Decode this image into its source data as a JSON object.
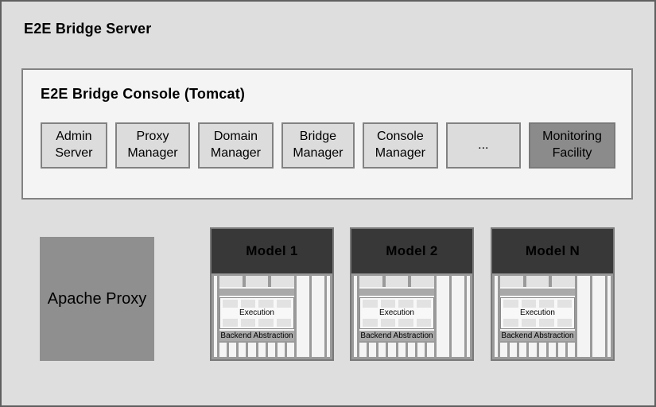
{
  "server": {
    "title": "E2E Bridge Server"
  },
  "console": {
    "title": "E2E Bridge Console (Tomcat)",
    "components": [
      {
        "label": "Admin Server",
        "variant": "light"
      },
      {
        "label": "Proxy Manager",
        "variant": "light"
      },
      {
        "label": "Domain Manager",
        "variant": "light"
      },
      {
        "label": "Bridge Manager",
        "variant": "light"
      },
      {
        "label": "Console Manager",
        "variant": "light"
      },
      {
        "label": "...",
        "variant": "light"
      },
      {
        "label": "Monitoring Facility",
        "variant": "dark"
      }
    ]
  },
  "apache": {
    "label": "Apache Proxy"
  },
  "models": [
    {
      "title": "Model 1",
      "execution_label": "Execution",
      "backend_label": "Backend Abstraction"
    },
    {
      "title": "Model 2",
      "execution_label": "Execution",
      "backend_label": "Backend Abstraction"
    },
    {
      "title": "Model N",
      "execution_label": "Execution",
      "backend_label": "Backend Abstraction"
    }
  ],
  "colors": {
    "diagram-bg": "#dedede",
    "outer-border": "#5f5f5f",
    "console-bg": "#f4f4f4",
    "box-border": "#828282",
    "component-bg": "#dcdcdc",
    "monitoring-bg": "#8b8b8b",
    "apache-bg": "#8f8f8f",
    "model-header-bg": "#383838",
    "model-body-bg": "#9a9a9a",
    "model-cell-bg": "#e2e2e2",
    "model-lane-bg": "#f4f4f4",
    "model-bar-bg": "#a9a9a9",
    "text": "#000000"
  }
}
